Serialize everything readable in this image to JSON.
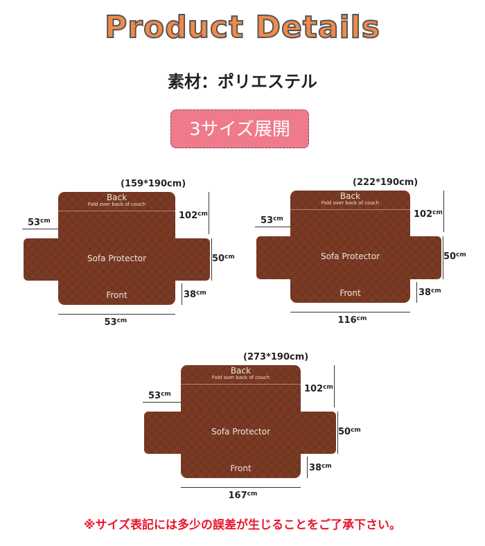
{
  "header": {
    "title": "Product Details",
    "material": "素材：ポリエステル",
    "sizes_badge": "3サイズ展開"
  },
  "diagrams": [
    {
      "size": "(159*190cm)",
      "back": "Back",
      "fold": "Fold over back of couch",
      "center": "Sofa Protector",
      "front": "Front",
      "arm_width": "53",
      "back_height": "102",
      "arm_height": "50",
      "front_height": "38",
      "seat_width": "53",
      "unit": "cm"
    },
    {
      "size": "(222*190cm)",
      "back": "Back",
      "fold": "Fold over back of couch",
      "center": "Sofa Protector",
      "front": "Front",
      "arm_width": "53",
      "back_height": "102",
      "arm_height": "50",
      "front_height": "38",
      "seat_width": "116",
      "unit": "cm"
    },
    {
      "size": "(273*190cm)",
      "back": "Back",
      "fold": "Fold over back of couch",
      "center": "Sofa Protector",
      "front": "Front",
      "arm_width": "53",
      "back_height": "102",
      "arm_height": "50",
      "front_height": "38",
      "seat_width": "167",
      "unit": "cm"
    }
  ],
  "footer": {
    "note": "※サイズ表記には多少の誤差が生じることをご了承下さい。"
  }
}
